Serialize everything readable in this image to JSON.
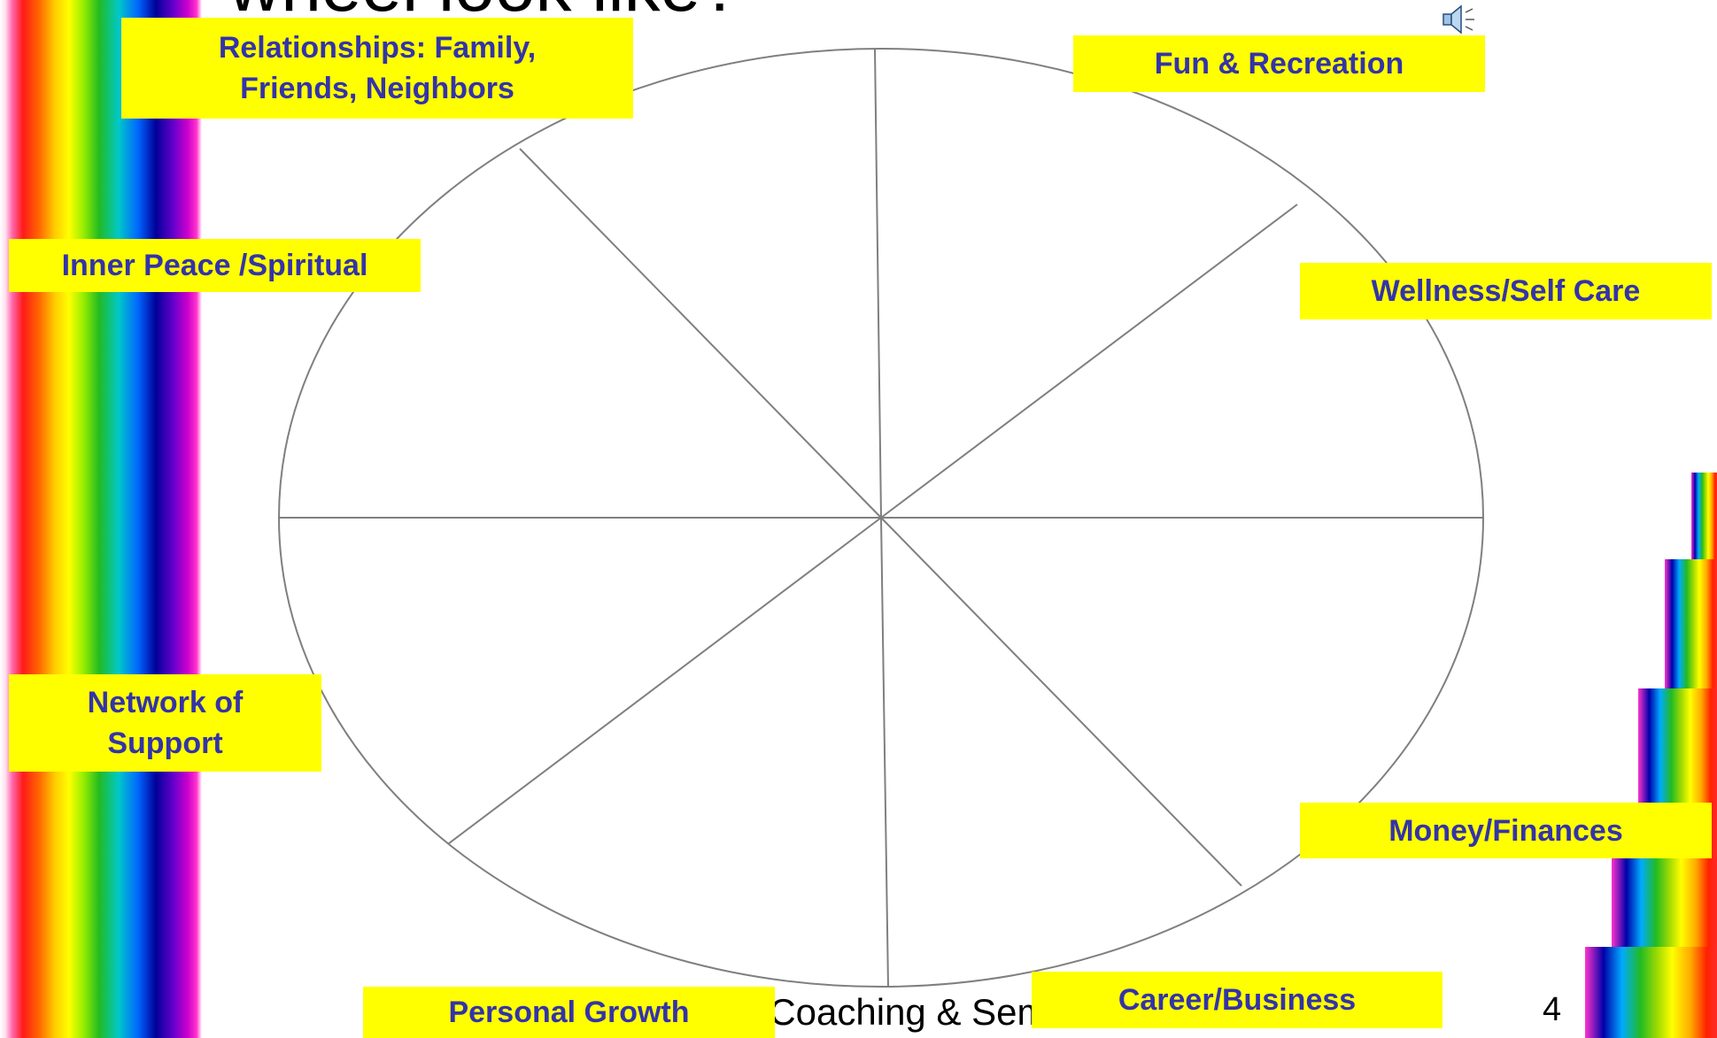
{
  "slide": {
    "title_fragment": "wheel look like?",
    "footer_text": "t  Coaching  & Seminars",
    "page_number": "4"
  },
  "wheel": {
    "segment_count": 8,
    "line_color": "#7f7f7f"
  },
  "labels": {
    "relationships": "Relationships:  Family,\nFriends, Neighbors",
    "fun": "Fun & Recreation",
    "inner_peace": "Inner Peace /Spiritual",
    "wellness": "Wellness/Self Care",
    "network": "Network of\nSupport",
    "money": "Money/Finances",
    "personal_growth": "Personal Growth",
    "career": "Career/Business"
  },
  "icons": {
    "sound": "speaker-icon"
  },
  "colors": {
    "label_background": "#ffff00",
    "label_text": "#3333aa"
  }
}
